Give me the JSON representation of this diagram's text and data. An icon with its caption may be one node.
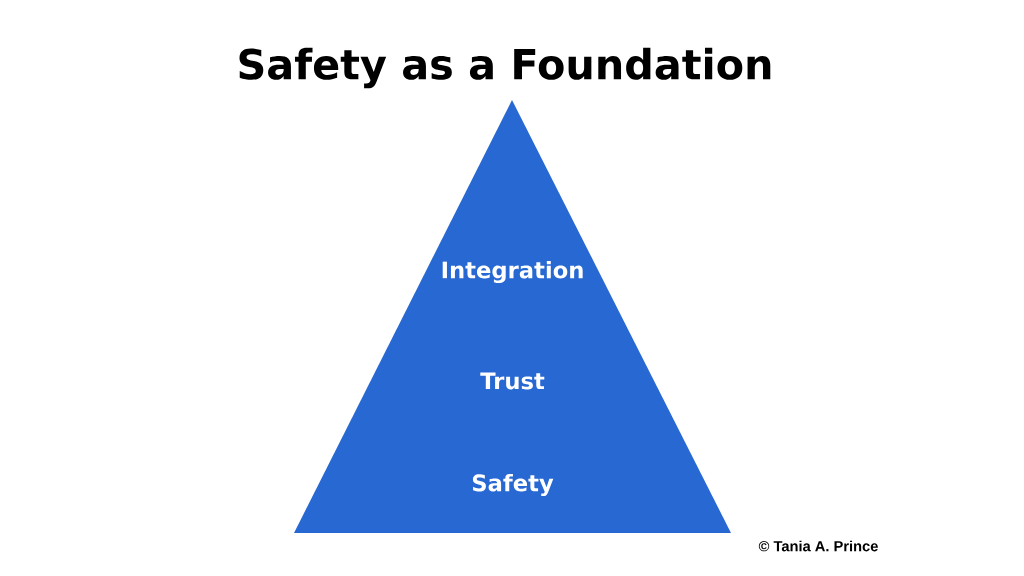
{
  "diagram": {
    "title": "Safety as a Foundation",
    "nodes": [
      {
        "text": [
          "Integration",
          "Trust",
          "Safety"
        ]
      }
    ],
    "labels": [
      "© Tania A. Prince"
    ]
  }
}
